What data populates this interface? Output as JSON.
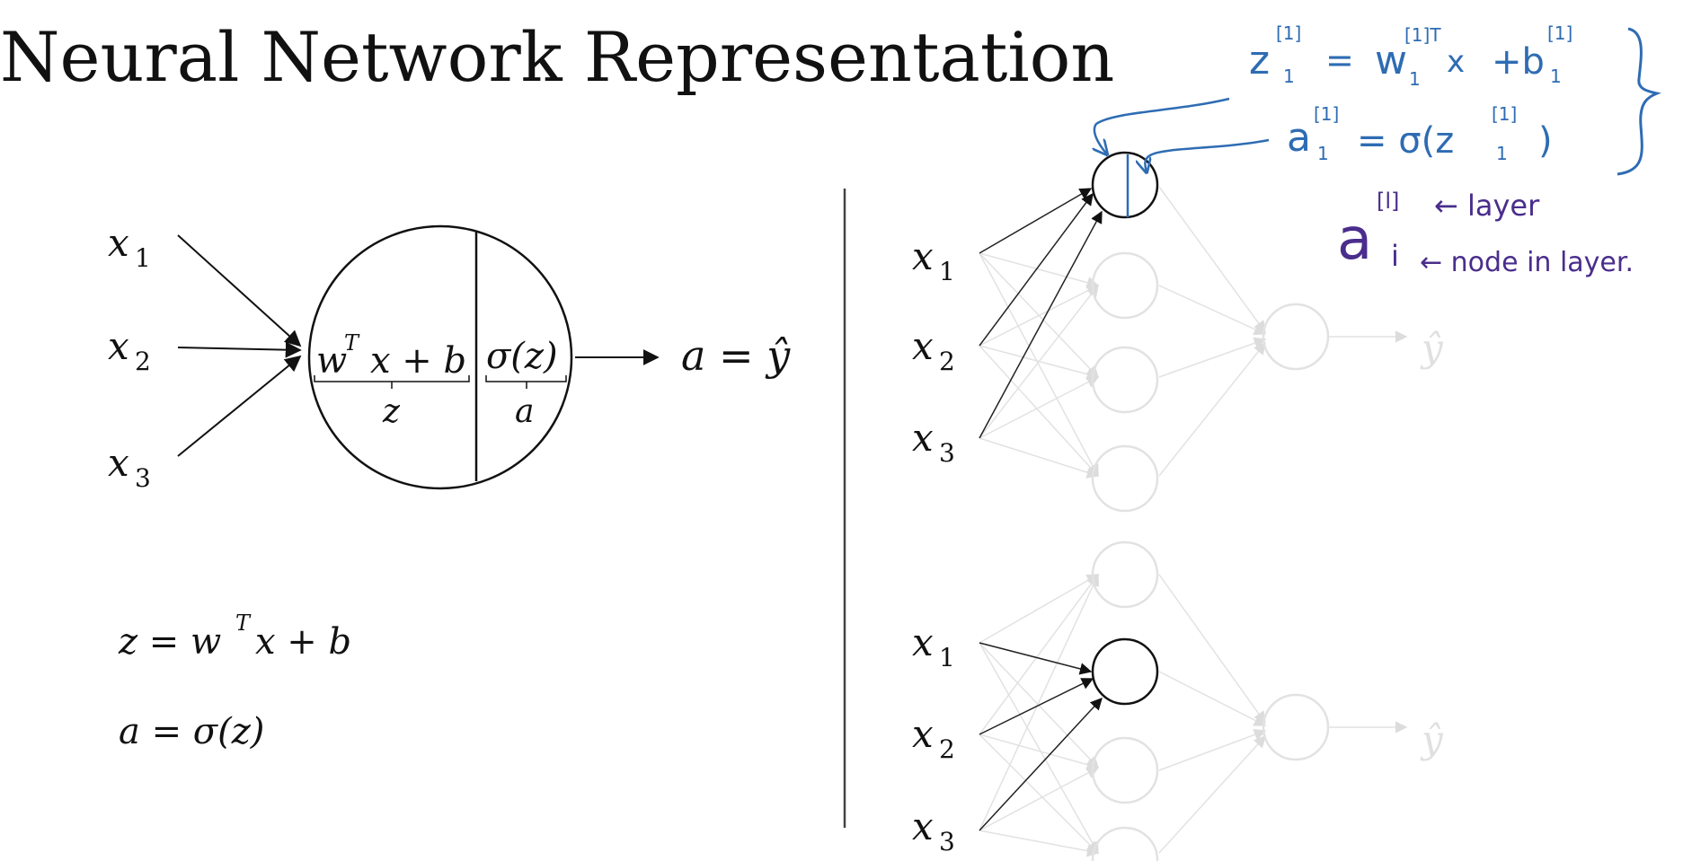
{
  "title": "Neural Network Representation",
  "colors": {
    "ink": "#111111",
    "faded": "#e2e2e2",
    "annotation_blue": "#2e6cb3",
    "annotation_purple": "#4a2d8c"
  },
  "left_unit": {
    "inputs": [
      {
        "base": "x",
        "sub": "1"
      },
      {
        "base": "x",
        "sub": "2"
      },
      {
        "base": "x",
        "sub": "3"
      }
    ],
    "linear_part": {
      "w": "w",
      "sup": "T",
      "rest": "x + b"
    },
    "linear_brace_label": "z",
    "activation_part": "σ(z)",
    "activation_brace_label": "a",
    "output": "a = ŷ"
  },
  "equations": {
    "z_lhs": "z = w",
    "z_sup": "T",
    "z_rhs": "x + b",
    "a_eq": "a = σ(z)"
  },
  "network_top": {
    "inputs": [
      {
        "base": "x",
        "sub": "1"
      },
      {
        "base": "x",
        "sub": "2"
      },
      {
        "base": "x",
        "sub": "3"
      }
    ],
    "output": "ŷ"
  },
  "network_bottom": {
    "inputs": [
      {
        "base": "x",
        "sub": "1"
      },
      {
        "base": "x",
        "sub": "2"
      },
      {
        "base": "x",
        "sub": "3"
      }
    ],
    "output": "ŷ"
  },
  "handwritten": {
    "eq1_lhs": "z",
    "eq1_lhs_sup": "[1]",
    "eq1_lhs_sub": "1",
    "eq1_eq": "=",
    "eq1_w": "w",
    "eq1_w_sup": "[1]T",
    "eq1_w_sub": "1",
    "eq1_x": "x",
    "eq1_plus_b": "+b",
    "eq1_b_sup": "[1]",
    "eq1_b_sub": "1",
    "eq2_lhs": "a",
    "eq2_lhs_sup": "[1]",
    "eq2_lhs_sub": "1",
    "eq2_rhs": "= σ(z",
    "eq2_rhs_sup": "[1]",
    "eq2_rhs_sub": "1",
    "eq2_close": ")",
    "note_a": "a",
    "note_sup": "[l]",
    "note_sub": "i",
    "note_layer": "← layer",
    "note_node": "← node in layer."
  }
}
